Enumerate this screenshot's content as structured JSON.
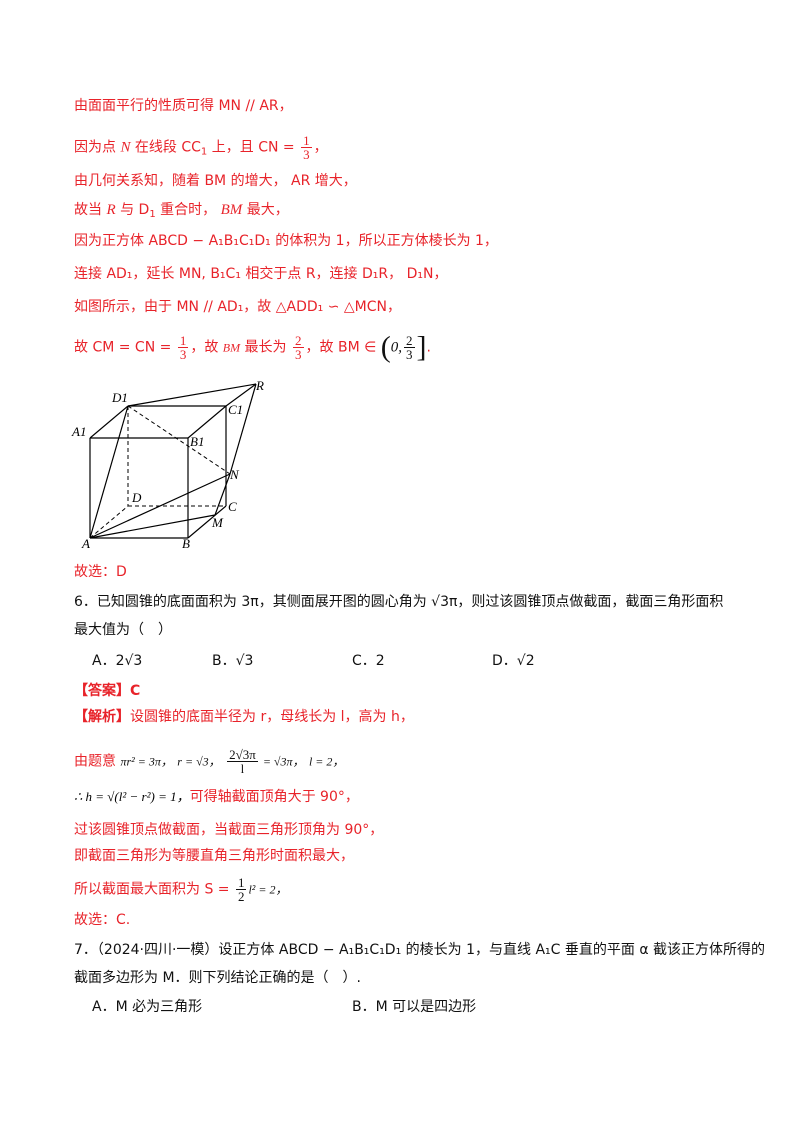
{
  "lines": {
    "l1": "由面面平行的性质可得 MN // AR，",
    "l2a": "因为点 ",
    "l2b": "N",
    "l2c": " 在线段 CC",
    "l2d": "1",
    "l2e": " 上，且 CN = ",
    "l2f": "1",
    "l2g": "3",
    "l2h": "，",
    "l3": "由几何关系知，随着 BM 的增大， AR 增大，",
    "l4a": "故当 ",
    "l4b": "R",
    "l4c": " 与 D",
    "l4d": "1",
    "l4e": " 重合时， ",
    "l4f": "BM",
    "l4g": " 最大，",
    "l5": "因为正方体 ABCD − A₁B₁C₁D₁ 的体积为 1，所以正方体棱长为 1，",
    "l6": "连接 AD₁，延长 MN, B₁C₁ 相交于点 R，连接 D₁R， D₁N，",
    "l7": "如图所示，由于 MN // AD₁，故 △ADD₁ ∽ △MCN，",
    "l8a": "故 CM = CN = ",
    "l8b": "1",
    "l8c": "3",
    "l8d": "，故 ",
    "l8e": "BM",
    "l8f": " 最长为 ",
    "l8g": "2",
    "l8h": "3",
    "l8i": "，故 BM ∈ ",
    "l8j": "0,",
    "l8k": "2",
    "l8l": "3",
    "l8m": ".",
    "l9": "故选：D"
  },
  "figure": {
    "labels": [
      "D1",
      "C1",
      "R",
      "A1",
      "B1",
      "N",
      "D",
      "C",
      "M",
      "A",
      "B"
    ]
  },
  "q6": {
    "stem1": "6．已知圆锥的底面面积为 3π，其侧面展开图的圆心角为 √3π，则过该圆锥顶点做截面，截面三角形面积",
    "stem2": "最大值为（　）",
    "choices": [
      "A．2√3",
      "B．√3",
      "C．2",
      "D．√2"
    ],
    "answer": "【答案】C",
    "analysis_tag": "【解析】",
    "analysis": "设圆锥的底面半径为 r，母线长为 l，高为 h，",
    "s1a": "由题意 ",
    "s1b": "πr² = 3π，",
    "s1c": "r = √3，",
    "s1d": "2√3π",
    "s1e": "l",
    "s1f": " = √3π，",
    "s1g": "l = 2，",
    "s2a": "∴ h = √(l² − r²) = 1，",
    "s2b": "可得轴截面顶角大于 90°，",
    "s3": "过该圆锥顶点做截面，当截面三角形顶角为 90°，",
    "s4": "即截面三角形为等腰直角三角形时面积最大，",
    "s5a": "所以截面最大面积为 S = ",
    "s5b": "1",
    "s5c": "2",
    "s5d": "l² = 2，",
    "s6": "故选：C."
  },
  "q7": {
    "stem1": "7．（2024·四川·一模）设正方体 ABCD − A₁B₁C₁D₁ 的棱长为 1，与直线 A₁C 垂直的平面 α 截该正方体所得的",
    "stem2": "截面多边形为 M．则下列结论正确的是（　）.",
    "choices": [
      "A．M 必为三角形",
      "B．M 可以是四边形"
    ]
  }
}
